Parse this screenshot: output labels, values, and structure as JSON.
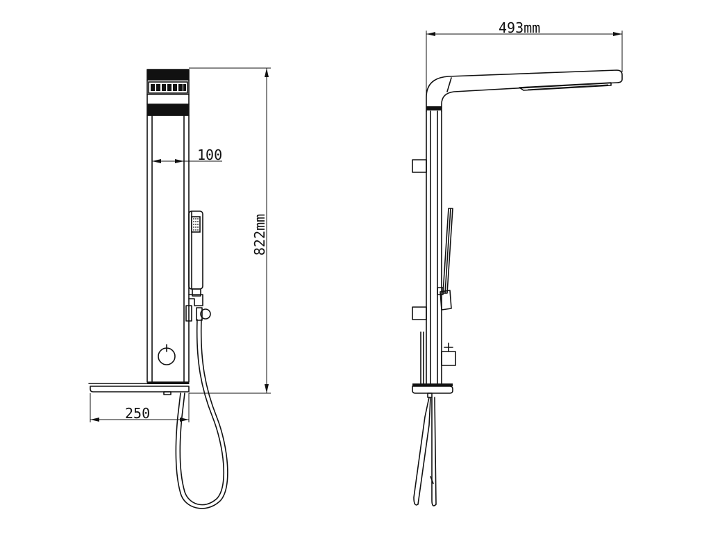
{
  "dimensions": {
    "panel_width": "100",
    "panel_height": "822mm",
    "shelf_width": "250",
    "arm_reach": "493mm"
  },
  "colors": {
    "line": "#111111",
    "background": "#ffffff"
  },
  "icons": {
    "dimension_arrow": "arrow-head"
  }
}
